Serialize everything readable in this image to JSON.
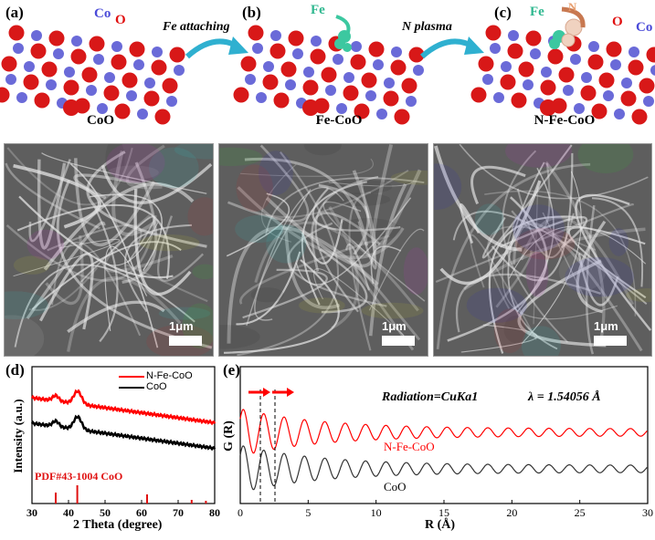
{
  "panels": {
    "a": {
      "label": "(a)",
      "caption": "CoO",
      "el1": "Co",
      "el2": "O"
    },
    "b": {
      "label": "(b)",
      "caption": "Fe-CoO",
      "el": "Fe"
    },
    "c": {
      "label": "(c)",
      "caption": "N-Fe-CoO",
      "el1": "Fe",
      "el2": "N",
      "el3": "O",
      "el4": "Co"
    },
    "d": {
      "label": "(d)"
    },
    "e": {
      "label": "(e)"
    }
  },
  "arrows": {
    "ab": "Fe attaching",
    "bc": "N plasma"
  },
  "sem": {
    "scale_label": "1μm"
  },
  "colors": {
    "co_atom": "#6a6ad8",
    "o_atom": "#d81818",
    "fe_atom": "#3cc8a0",
    "n_atom": "#f0d2c0",
    "arrow": "#2fb0d0",
    "red_curve": "#ff0000",
    "black_curve": "#000000"
  },
  "chart_data": [
    {
      "type": "line",
      "panel": "d",
      "xlabel": "2 Theta (degree)",
      "ylabel": "Intensity (a.u.)",
      "xlim": [
        30,
        80
      ],
      "xticks": [
        30,
        40,
        50,
        60,
        70,
        80
      ],
      "legend_placement": "top-right",
      "series": [
        {
          "name": "N-Fe-CoO",
          "color": "#ff0000"
        },
        {
          "name": "CoO",
          "color": "#000000"
        }
      ],
      "reference": {
        "label": "PDF#43-1004 CoO",
        "positions": [
          36.5,
          42.4,
          61.5,
          73.7,
          77.6
        ],
        "heights": [
          0.6,
          1.0,
          0.5,
          0.2,
          0.15
        ]
      }
    },
    {
      "type": "line",
      "panel": "e",
      "xlabel": "R (Å)",
      "ylabel": "G (R)",
      "xlim": [
        0,
        30
      ],
      "xticks": [
        0,
        5,
        10,
        15,
        20,
        25,
        30
      ],
      "annotation_radiation": "Radiation=CuKa1",
      "annotation_lambda": "λ = 1.54056 Å",
      "series": [
        {
          "name": "N-Fe-CoO",
          "color": "#ff0000"
        },
        {
          "name": "CoO",
          "color": "#333333"
        }
      ],
      "marker_lines": [
        1.5,
        2.6
      ]
    }
  ]
}
